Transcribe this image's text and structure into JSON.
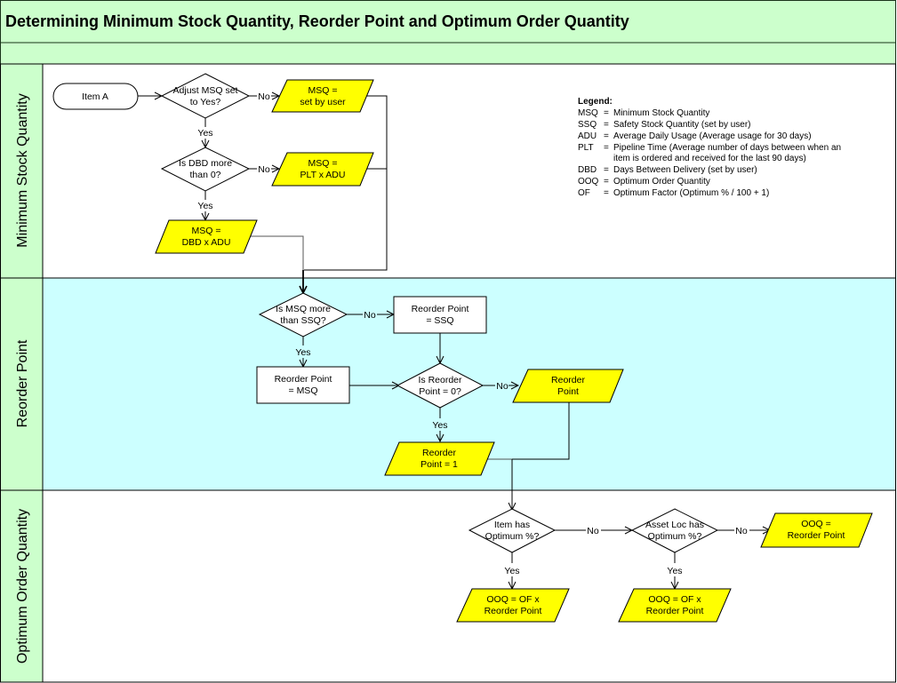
{
  "title": "Determining Minimum Stock Quantity, Reorder Point and Optimum Order Quantity",
  "colors": {
    "header_bg": "#ccffcc",
    "lane_label_bg": "#ccffcc",
    "reorder_lane_bg": "#ccffff",
    "output_fill": "#ffff00",
    "process_fill": "#ffffff",
    "line": "#000000"
  },
  "lanes": [
    {
      "id": "msq",
      "label": "Minimum Stock Quantity"
    },
    {
      "id": "rop",
      "label": "Reorder Point"
    },
    {
      "id": "ooq",
      "label": "Optimum Order Quantity"
    }
  ],
  "nodes": {
    "item_a": {
      "type": "terminator",
      "lines": [
        "Item A"
      ]
    },
    "adjust_msq": {
      "type": "decision",
      "lines": [
        "Adjust MSQ set",
        "to Yes?"
      ]
    },
    "msq_user": {
      "type": "data",
      "lines": [
        "MSQ =",
        "set by user"
      ]
    },
    "dbd_more": {
      "type": "decision",
      "lines": [
        "Is DBD more",
        "than 0?"
      ]
    },
    "msq_plt": {
      "type": "data",
      "lines": [
        "MSQ =",
        "PLT x ADU"
      ]
    },
    "msq_dbd": {
      "type": "data",
      "lines": [
        "MSQ =",
        "DBD x ADU"
      ]
    },
    "msq_more_ssq": {
      "type": "decision",
      "lines": [
        "Is MSQ more",
        "than SSQ?"
      ]
    },
    "rop_ssq": {
      "type": "process",
      "lines": [
        "Reorder Point",
        "= SSQ"
      ]
    },
    "rop_msq": {
      "type": "process",
      "lines": [
        "Reorder Point",
        "= MSQ"
      ]
    },
    "rop_zero": {
      "type": "decision",
      "lines": [
        "Is Reorder",
        "Point = 0?"
      ]
    },
    "rop_out": {
      "type": "data",
      "lines": [
        "Reorder",
        "Point"
      ]
    },
    "rop_one": {
      "type": "data",
      "lines": [
        "Reorder",
        "Point = 1"
      ]
    },
    "item_opt": {
      "type": "decision",
      "lines": [
        "Item has",
        "Optimum %?"
      ]
    },
    "asset_opt": {
      "type": "decision",
      "lines": [
        "Asset Loc has",
        "Optimum %?"
      ]
    },
    "ooq_rop": {
      "type": "data",
      "lines": [
        "OOQ =",
        "Reorder Point"
      ]
    },
    "ooq_of_1": {
      "type": "data",
      "lines": [
        "OOQ = OF x",
        "Reorder Point"
      ]
    },
    "ooq_of_2": {
      "type": "data",
      "lines": [
        "OOQ = OF x",
        "Reorder Point"
      ]
    }
  },
  "edge_labels": {
    "yes": "Yes",
    "no": "No"
  },
  "legend": {
    "title": "Legend:",
    "entries": [
      {
        "abbr": "MSQ",
        "eq": "=",
        "lines": [
          "Minimum Stock Quantity"
        ]
      },
      {
        "abbr": "SSQ",
        "eq": "=",
        "lines": [
          "Safety Stock Quantity (set by user)"
        ]
      },
      {
        "abbr": "ADU",
        "eq": "=",
        "lines": [
          "Average Daily Usage (Average usage for 30 days)"
        ]
      },
      {
        "abbr": "PLT",
        "eq": "=",
        "lines": [
          "Pipeline Time (Average number of days between when an",
          "item is ordered and received for the last 90 days)"
        ]
      },
      {
        "abbr": "DBD",
        "eq": "=",
        "lines": [
          "Days Between Delivery (set by user)"
        ]
      },
      {
        "abbr": "OOQ",
        "eq": "=",
        "lines": [
          "Optimum Order Quantity"
        ]
      },
      {
        "abbr": "OF",
        "eq": "=",
        "lines": [
          "Optimum Factor (Optimum % / 100 + 1)"
        ]
      }
    ]
  }
}
